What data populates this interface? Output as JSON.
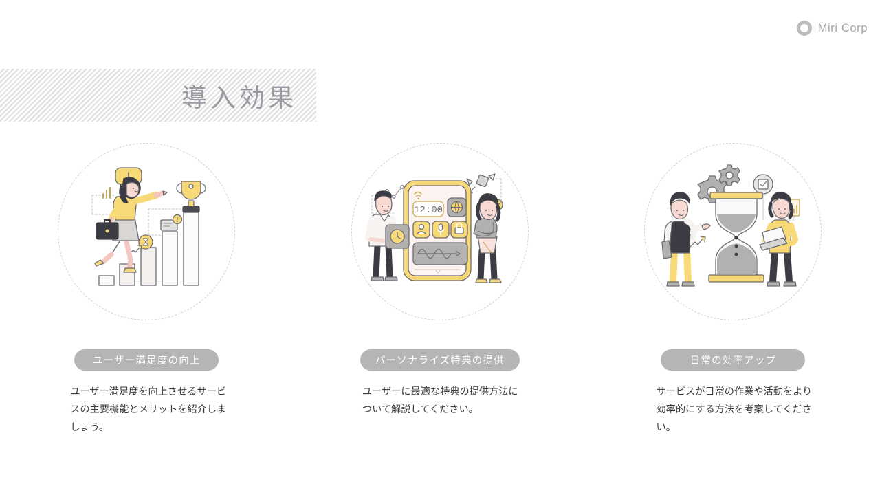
{
  "brand": {
    "logo_icon": "ring-logo-icon",
    "name": "Miri Corp"
  },
  "title": {
    "heading": "導入効果"
  },
  "columns": [
    {
      "illustration": "woman-climbing-bar-chart-to-trophy-illustration",
      "pill_label": "ユーザー満足度の向上",
      "body": "ユーザー満足度を向上させるサービスの主要機能とメリットを紹介しましょう。"
    },
    {
      "illustration": "two-people-with-smartphone-app-illustration",
      "pill_label": "パーソナライズ特典の提供",
      "body": "ユーザーに最適な特典の提供方法について解説してください。"
    },
    {
      "illustration": "people-with-hourglass-and-gears-illustration",
      "pill_label": "日常の効率アップ",
      "body": "サービスが日常の作業や活動をより効率的にする方法を考案してください。"
    }
  ],
  "illustration_details": {
    "phone_clock": "12:00",
    "phone_icons": [
      "wifi-icon",
      "globe-icon",
      "person-icon",
      "microphone-icon",
      "lock-icon",
      "waveform-icon"
    ],
    "speech_bubble_mark": "!"
  },
  "colors": {
    "accent_yellow": "#f7d978",
    "pill_gray": "#b5b5b5",
    "banner_gray": "#efefef",
    "title_text": "#9a9aa2",
    "body_text": "#3b3b3b",
    "outline": "#6b6b73",
    "dark": "#4a4a52"
  }
}
